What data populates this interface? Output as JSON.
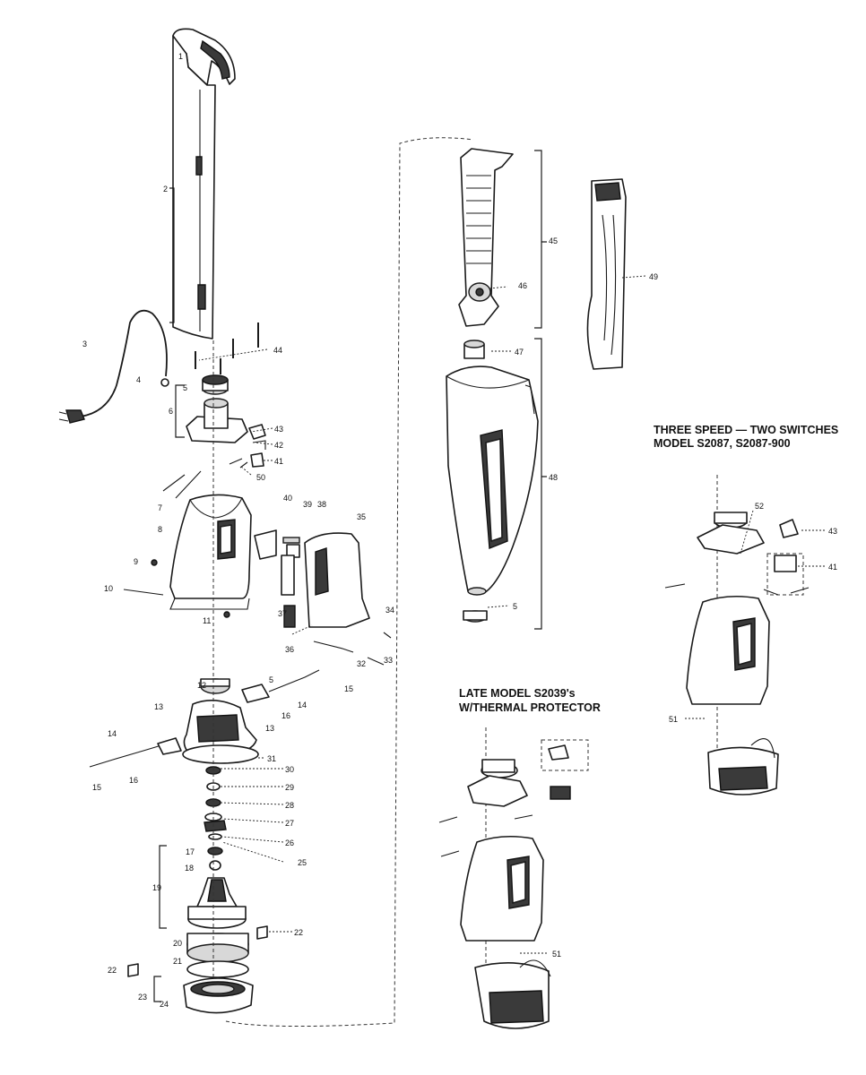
{
  "titles": {
    "three_speed_line1": "THREE SPEED — TWO SWITCHES",
    "three_speed_line2": "MODEL S2087, S2087-900",
    "late_model_line1": "LATE MODEL S2039's",
    "late_model_line2": "W/THERMAL PROTECTOR"
  },
  "callouts": {
    "c1": "1",
    "c2": "2",
    "c3": "3",
    "c4": "4",
    "c5a": "5",
    "c5b": "5",
    "c5c": "5",
    "c6": "6",
    "c7": "7",
    "c8": "8",
    "c9": "9",
    "c10": "10",
    "c11": "11",
    "c12": "12",
    "c13a": "13",
    "c13b": "13",
    "c14a": "14",
    "c14b": "14",
    "c15a": "15",
    "c15b": "15",
    "c16a": "16",
    "c16b": "16",
    "c17": "17",
    "c18": "18",
    "c19": "19",
    "c20": "20",
    "c21": "21",
    "c22a": "22",
    "c22b": "22",
    "c23": "23",
    "c24": "24",
    "c25": "25",
    "c26": "26",
    "c27": "27",
    "c28": "28",
    "c29": "29",
    "c30": "30",
    "c31": "31",
    "c32": "32",
    "c33": "33",
    "c34": "34",
    "c35": "35",
    "c36": "36",
    "c37": "37",
    "c38": "38",
    "c39": "39",
    "c40": "40",
    "c41a": "41",
    "c41b": "41",
    "c42": "42",
    "c43a": "43",
    "c43b": "43",
    "c44": "44",
    "c45": "45",
    "c46": "46",
    "c47": "47",
    "c48": "48",
    "c49": "49",
    "c50": "50",
    "c51a": "51",
    "c51b": "51",
    "c52": "52"
  }
}
